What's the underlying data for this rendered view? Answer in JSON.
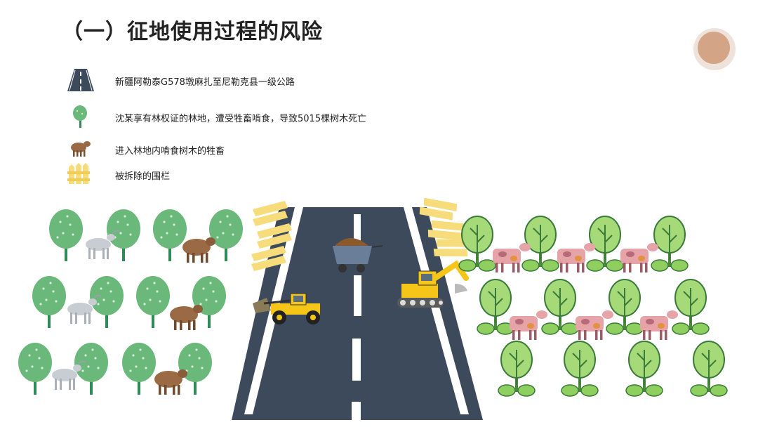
{
  "title": "（一）征地使用过程的风险",
  "legend": [
    {
      "icon": "road-icon",
      "label": "新疆阿勒泰G578墩麻扎至尼勒克县一级公路"
    },
    {
      "icon": "tree-icon",
      "label": "沈某享有林权证的林地，遭受牲畜啃食，导致5015棵树木死亡"
    },
    {
      "icon": "livestock-icon",
      "label": "进入林地内啃食树木的牲畜"
    },
    {
      "icon": "fence-icon",
      "label": "被拆除的围栏"
    }
  ],
  "colors": {
    "road": "#3d4a5c",
    "tree_green": "#6ab87a",
    "light_tree": "#a6d977",
    "fence": "#f6dc7a",
    "machine": "#f5c518",
    "badge": "#d4a486"
  }
}
